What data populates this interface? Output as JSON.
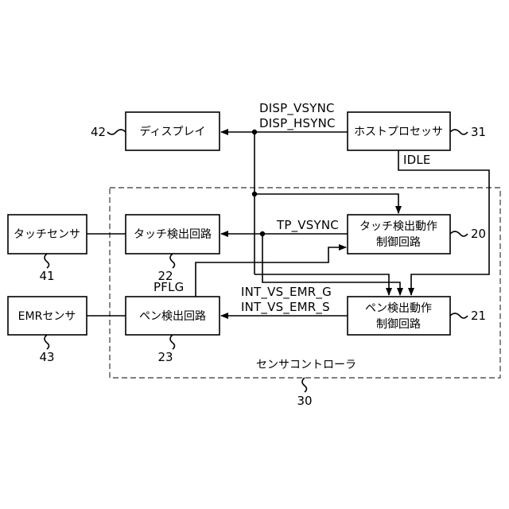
{
  "blocks": {
    "display": "ディスプレイ",
    "host": "ホストプロセッサ",
    "touch_sensor": "タッチセンサ",
    "touch_detect": "タッチ検出回路",
    "touch_ctrl_1": "タッチ検出動作",
    "touch_ctrl_2": "制御回路",
    "emr_sensor": "EMRセンサ",
    "pen_detect": "ペン検出回路",
    "pen_ctrl_1": "ペン検出動作",
    "pen_ctrl_2": "制御回路",
    "controller": "センサコントローラ"
  },
  "signals": {
    "disp_vsync": "DISP_VSYNC",
    "disp_hsync": "DISP_HSYNC",
    "idle": "IDLE",
    "tp_vsync": "TP_VSYNC",
    "pflg": "PFLG",
    "int_g": "INT_VS_EMR_G",
    "int_s": "INT_VS_EMR_S"
  },
  "refs": {
    "display": "42",
    "host": "31",
    "touch_sensor": "41",
    "touch_detect": "22",
    "touch_ctrl": "20",
    "emr_sensor": "43",
    "pen_detect": "23",
    "pen_ctrl": "21",
    "controller": "30"
  }
}
